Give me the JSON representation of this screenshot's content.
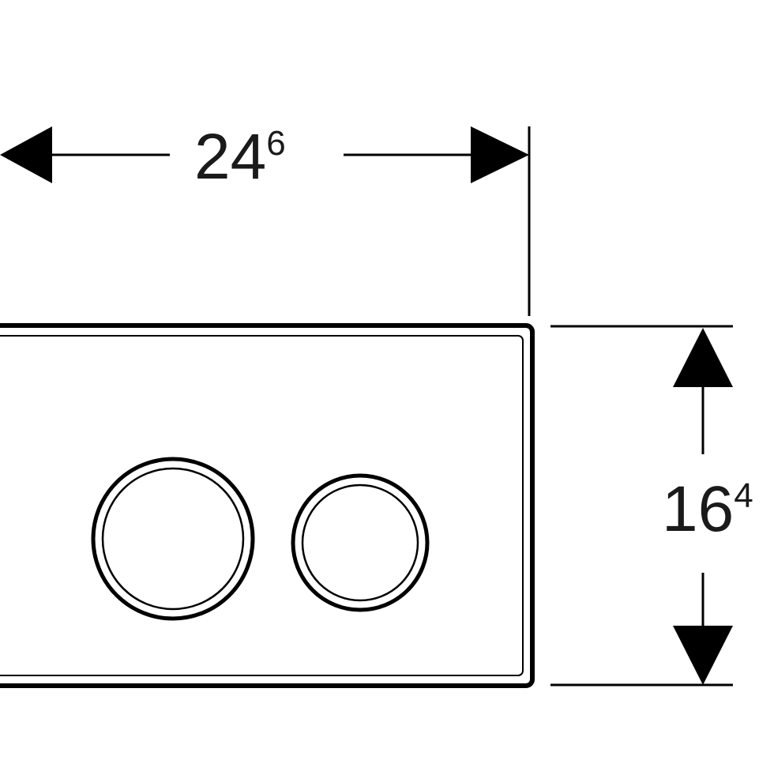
{
  "dimensions": {
    "width": {
      "value": "24",
      "superscript": "6"
    },
    "height": {
      "value": "16",
      "superscript": "4"
    }
  },
  "colors": {
    "line": "#000000",
    "background": "#ffffff"
  },
  "plate": {
    "buttons": [
      {
        "name": "large-flush-button"
      },
      {
        "name": "small-flush-button"
      }
    ]
  }
}
